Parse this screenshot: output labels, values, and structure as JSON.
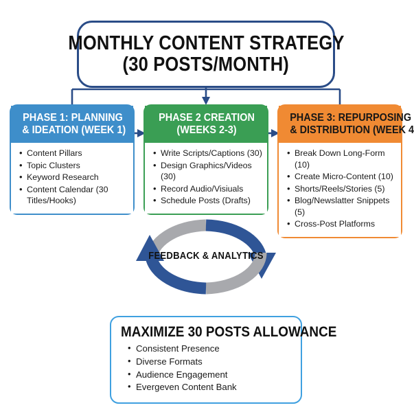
{
  "title_box": {
    "line1": "MONTHLY CONTENT STRATEGY",
    "line2": "(30 POSTS/MONTH)",
    "border_color": "#2a4c87"
  },
  "phases": [
    {
      "head_line1": "PHASE 1: PLANNING",
      "head_line2": "& IDEATION (WEEK 1)",
      "color": "#3e8eca",
      "items": [
        "Content Pillars",
        "Topic Clusters",
        "Keyword Research",
        "Content Calendar (30 Titles/Hooks)"
      ]
    },
    {
      "head_line1": "PHASE 2 CREATION",
      "head_line2": "(WEEKS 2-3)",
      "color": "#3a9e54",
      "items": [
        "Write Scripts/Captions (30)",
        "Design Graphics/Videos (30)",
        "Record Audio/Visiuals",
        "Schedule Posts (Drafts)"
      ]
    },
    {
      "head_line1": "PHASE 3: REPURPOSING",
      "head_line2": "& DISTRIBUTION (WEEK 4",
      "color": "#f08a33",
      "items": [
        "Break Down Long-Form (10)",
        "Create Micro-Content (10)",
        "Shorts/Reels/Stories (5)",
        "Blog/Newslatter Snippets (5)",
        "Cross-Post Platforms"
      ]
    }
  ],
  "loop": {
    "label": "FEEDBACK & ANALYTICS",
    "arc_active_color": "#2f5596",
    "arc_inactive_color": "#a8a9ad"
  },
  "bottom_box": {
    "title": "MAXIMIZE 30 POSTS ALLOWANCE",
    "border_color": "#3fa0e0",
    "items": [
      "Consistent Presence",
      "Diverse Formats",
      "Audience Engagement",
      "Evergeven Content Bank"
    ]
  },
  "connectors": {
    "color": "#2a4c87",
    "title_to_phase2": "down-arrow",
    "phase1_to_phase2": "right-arrow",
    "phase2_to_phase3": "right-arrow"
  }
}
